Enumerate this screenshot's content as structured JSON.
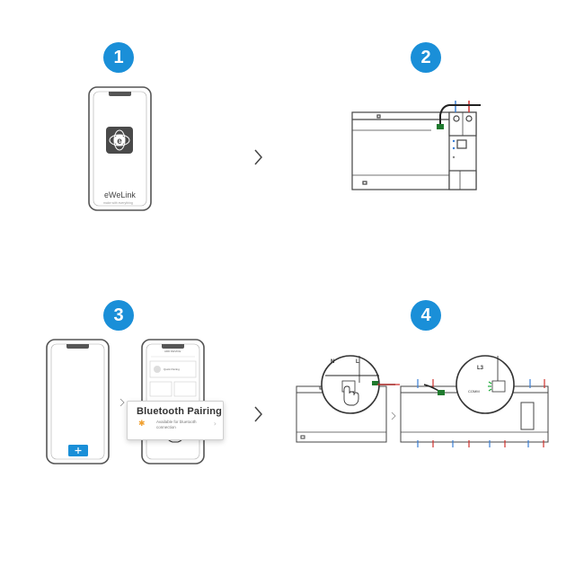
{
  "steps": [
    {
      "number": "1"
    },
    {
      "number": "2"
    },
    {
      "number": "3"
    },
    {
      "number": "4"
    }
  ],
  "step1": {
    "app_name": "eWeLink",
    "tagline": "make with everything"
  },
  "step3": {
    "popup_title": "Bluetooth Pairing",
    "popup_subtitle": "Available for bluetooth connection",
    "phone_header": "ADD DEVICE",
    "list_item": "Quick Pairing",
    "add_icon": "plus-icon",
    "bt_icon": "bluetooth-icon"
  },
  "step4": {
    "label_N": "N",
    "label_L": "L",
    "label_L3": "L3",
    "comm_label": "COMM"
  },
  "colors": {
    "accent": "#1a8fd8",
    "wire_blue": "#3a7fd5",
    "wire_red": "#d0312d",
    "led_green": "#1fae3c",
    "bt_orange": "#f0a030"
  }
}
